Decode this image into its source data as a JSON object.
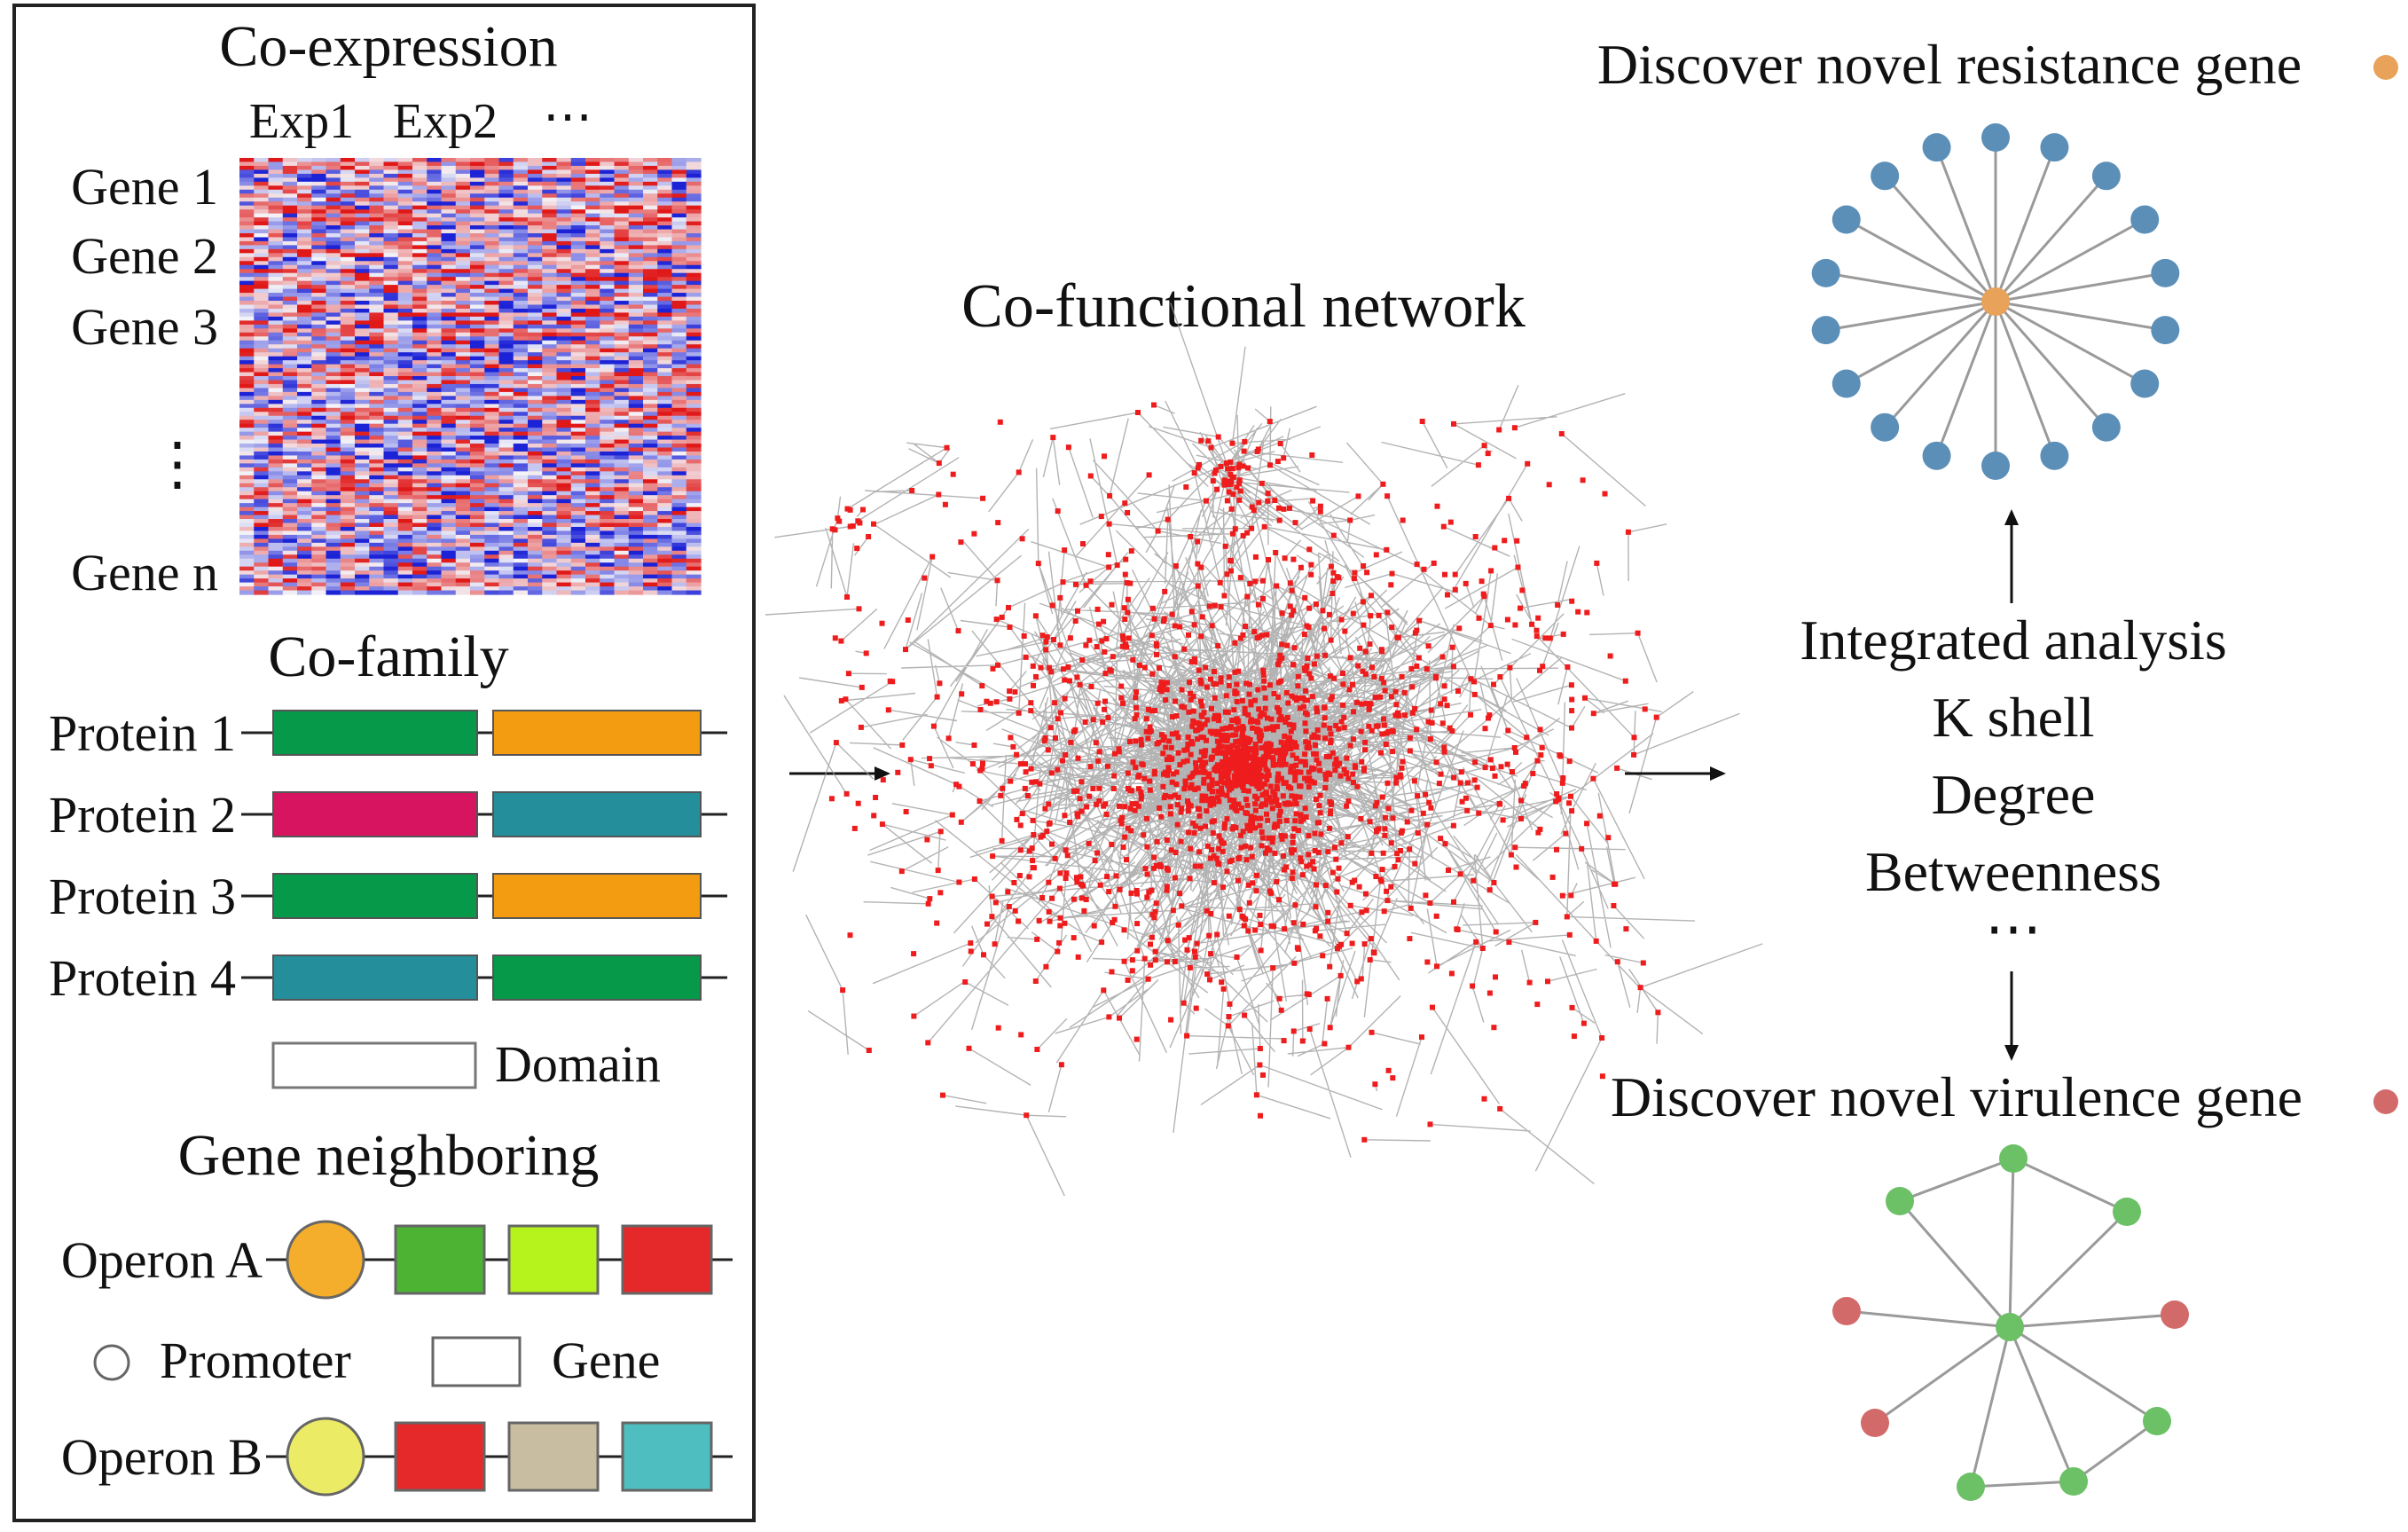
{
  "co_expression": {
    "title": "Co-expression",
    "column_labels": [
      "Exp1",
      "Exp2",
      "⋯"
    ],
    "row_labels": [
      "Gene 1",
      "Gene 2",
      "Gene 3",
      "⋮",
      "Gene n"
    ],
    "heatmap_colors": {
      "high": "#e01818",
      "mid": "#f4f4f8",
      "low": "#1c22d6"
    }
  },
  "co_family": {
    "title": "Co-family",
    "proteins": [
      {
        "label": "Protein 1",
        "domains": [
          "#06994a",
          "#f39c12"
        ]
      },
      {
        "label": "Protein 2",
        "domains": [
          "#d7145f",
          "#248e9a"
        ]
      },
      {
        "label": "Protein 3",
        "domains": [
          "#06994a",
          "#f39c12"
        ]
      },
      {
        "label": "Protein 4",
        "domains": [
          "#248e9a",
          "#06994a"
        ]
      }
    ],
    "legend_label": "Domain"
  },
  "gene_neighboring": {
    "title": "Gene neighboring",
    "operons": [
      {
        "label": "Operon A",
        "promoter_color": "#f4ae2c",
        "genes": [
          "#4db332",
          "#b6f21c",
          "#e5282a"
        ]
      },
      {
        "label": "Operon B",
        "promoter_color": "#ebeb66",
        "genes": [
          "#e5282a",
          "#c8bda0",
          "#4fbec0"
        ]
      }
    ],
    "legend": {
      "promoter": "Promoter",
      "gene": "Gene"
    }
  },
  "network": {
    "title": "Co-functional network",
    "node_color": "#ee1c1c",
    "edge_color": "#9a9a9a"
  },
  "analysis": {
    "lines": [
      "Integrated analysis",
      "K shell",
      "Degree",
      "Betweenness",
      "⋯"
    ]
  },
  "resistance": {
    "title": "Discover novel resistance gene",
    "marker_color": "#e9a25a",
    "hub_color": "#e9a25a",
    "leaf_color": "#5b8fb8",
    "leaf_count": 18
  },
  "virulence": {
    "title": "Discover novel virulence gene",
    "marker_color": "#d36a6a",
    "node_color": "#6cc066",
    "highlight_color": "#d36a6a"
  }
}
